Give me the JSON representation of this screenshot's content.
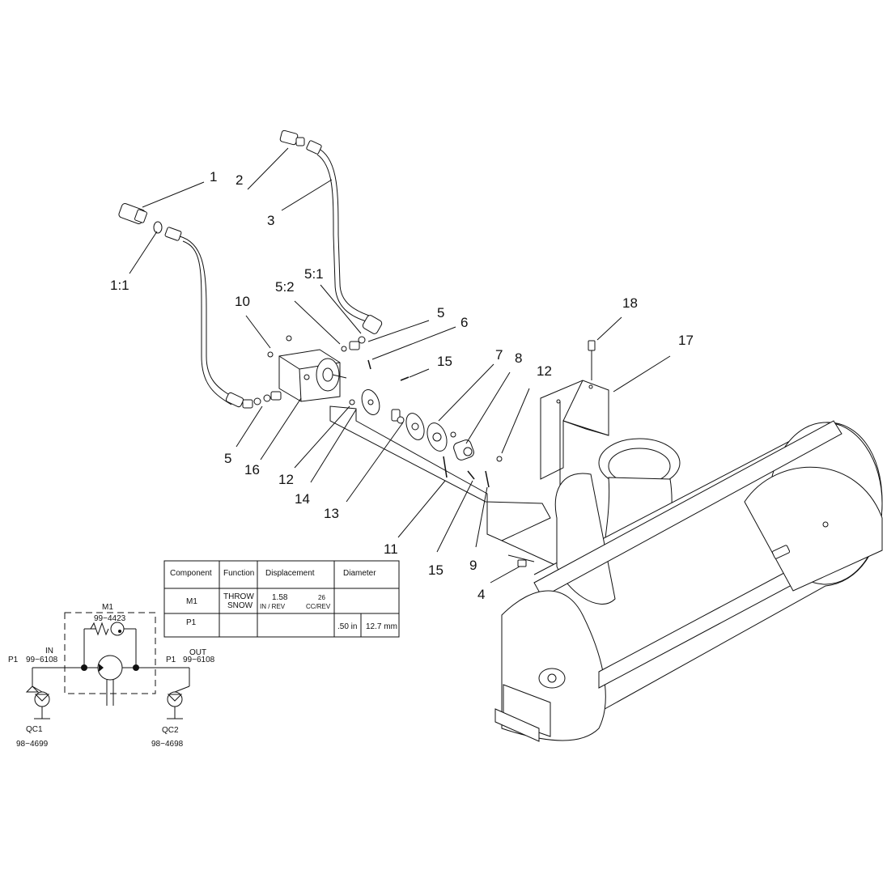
{
  "callouts": {
    "c1": "1",
    "c1_1": "1:1",
    "c2": "2",
    "c3": "3",
    "c4": "4",
    "c5a": "5",
    "c5b": "5",
    "c5_1": "5:1",
    "c5_2": "5:2",
    "c6": "6",
    "c7": "7",
    "c8": "8",
    "c9": "9",
    "c10": "10",
    "c11": "11",
    "c12a": "12",
    "c12b": "12",
    "c13": "13",
    "c14": "14",
    "c15a": "15",
    "c15b": "15",
    "c16": "16",
    "c17": "17",
    "c18": "18"
  },
  "table": {
    "headers": [
      "Component",
      "Function",
      "Displacement",
      "Diameter"
    ],
    "row_m1": {
      "component": "M1",
      "function_line1": "THROW",
      "function_line2": "SNOW",
      "disp_in": "1.58",
      "disp_in_unit": "IN / REV",
      "disp_cc": "26",
      "disp_cc_unit": "CC/REV"
    },
    "row_p1": {
      "component": "P1",
      "dia_in": ".50 in",
      "dia_mm": "12.7 mm"
    }
  },
  "schematic": {
    "m1_label": "M1",
    "m1_part": "99−4423",
    "in_label": "IN",
    "in_port": "P1",
    "in_part": "99−6108",
    "out_label": "OUT",
    "out_port": "P1",
    "out_part": "99−6108",
    "qc1_label": "QC1",
    "qc1_part": "98−4699",
    "qc2_label": "QC2",
    "qc2_part": "98−4698"
  }
}
